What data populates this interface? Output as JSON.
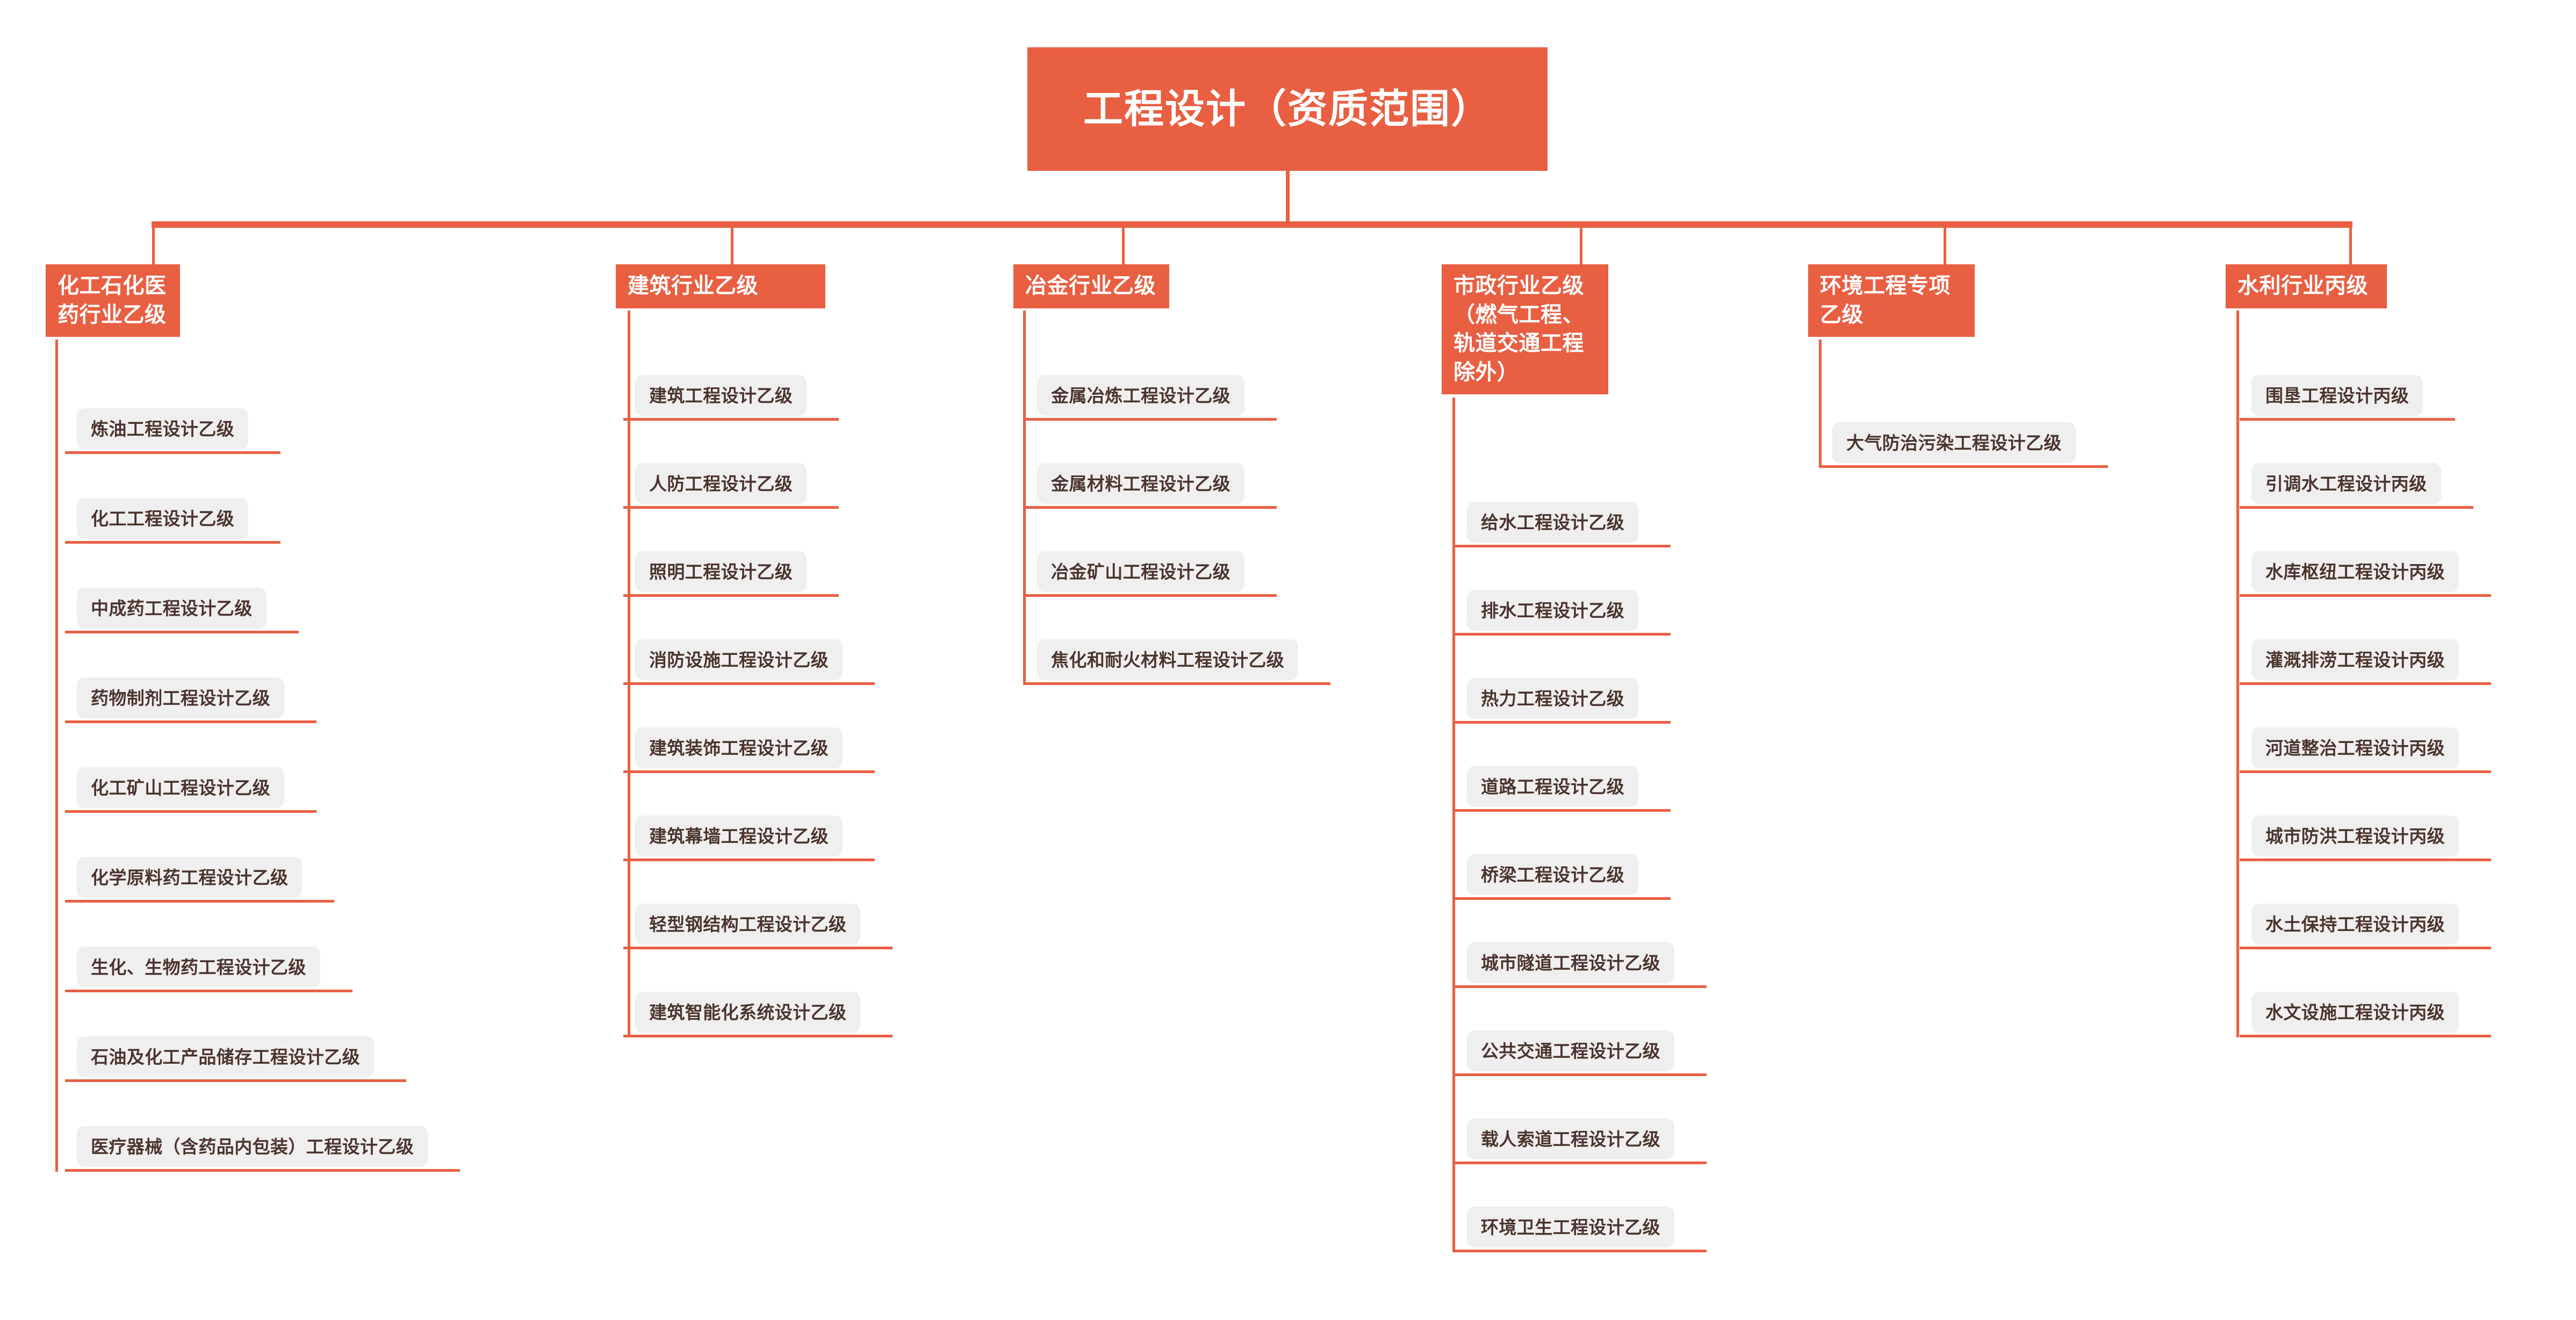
{
  "colors": {
    "accent": "#e85f42",
    "pill_background": "#f0efef",
    "pill_text": "#4b342e",
    "header_text": "#ffffff",
    "page_background": "#ffffff"
  },
  "root": {
    "label": "工程设计（资质范围）"
  },
  "columns": [
    {
      "id": "chemical-petrochemical-pharma",
      "header": "化工石化医药行业乙级",
      "items": [
        "炼油工程设计乙级",
        "化工工程设计乙级",
        "中成药工程设计乙级",
        "药物制剂工程设计乙级",
        "化工矿山工程设计乙级",
        "化学原料药工程设计乙级",
        "生化、生物药工程设计乙级",
        "石油及化工产品储存工程设计乙级",
        "医疗器械（含药品内包装）工程设计乙级"
      ]
    },
    {
      "id": "construction",
      "header": "建筑行业乙级",
      "items": [
        "建筑工程设计乙级",
        "人防工程设计乙级",
        "照明工程设计乙级",
        "消防设施工程设计乙级",
        "建筑装饰工程设计乙级",
        "建筑幕墙工程设计乙级",
        "轻型钢结构工程设计乙级",
        "建筑智能化系统设计乙级"
      ]
    },
    {
      "id": "metallurgy",
      "header": "冶金行业乙级",
      "items": [
        "金属冶炼工程设计乙级",
        "金属材料工程设计乙级",
        "冶金矿山工程设计乙级",
        "焦化和耐火材料工程设计乙级"
      ]
    },
    {
      "id": "municipal",
      "header": "市政行业乙级（燃气工程、轨道交通工程除外）",
      "items": [
        "给水工程设计乙级",
        "排水工程设计乙级",
        "热力工程设计乙级",
        "道路工程设计乙级",
        "桥梁工程设计乙级",
        "城市隧道工程设计乙级",
        "公共交通工程设计乙级",
        "载人索道工程设计乙级",
        "环境卫生工程设计乙级"
      ]
    },
    {
      "id": "environmental",
      "header": "环境工程专项乙级",
      "items": [
        "大气防治污染工程设计乙级"
      ]
    },
    {
      "id": "water-conservancy",
      "header": "水利行业丙级",
      "items": [
        "围垦工程设计丙级",
        "引调水工程设计丙级",
        "水库枢纽工程设计丙级",
        "灌溉排涝工程设计丙级",
        "河道整治工程设计丙级",
        "城市防洪工程设计丙级",
        "水土保持工程设计丙级",
        "水文设施工程设计丙级"
      ]
    }
  ]
}
